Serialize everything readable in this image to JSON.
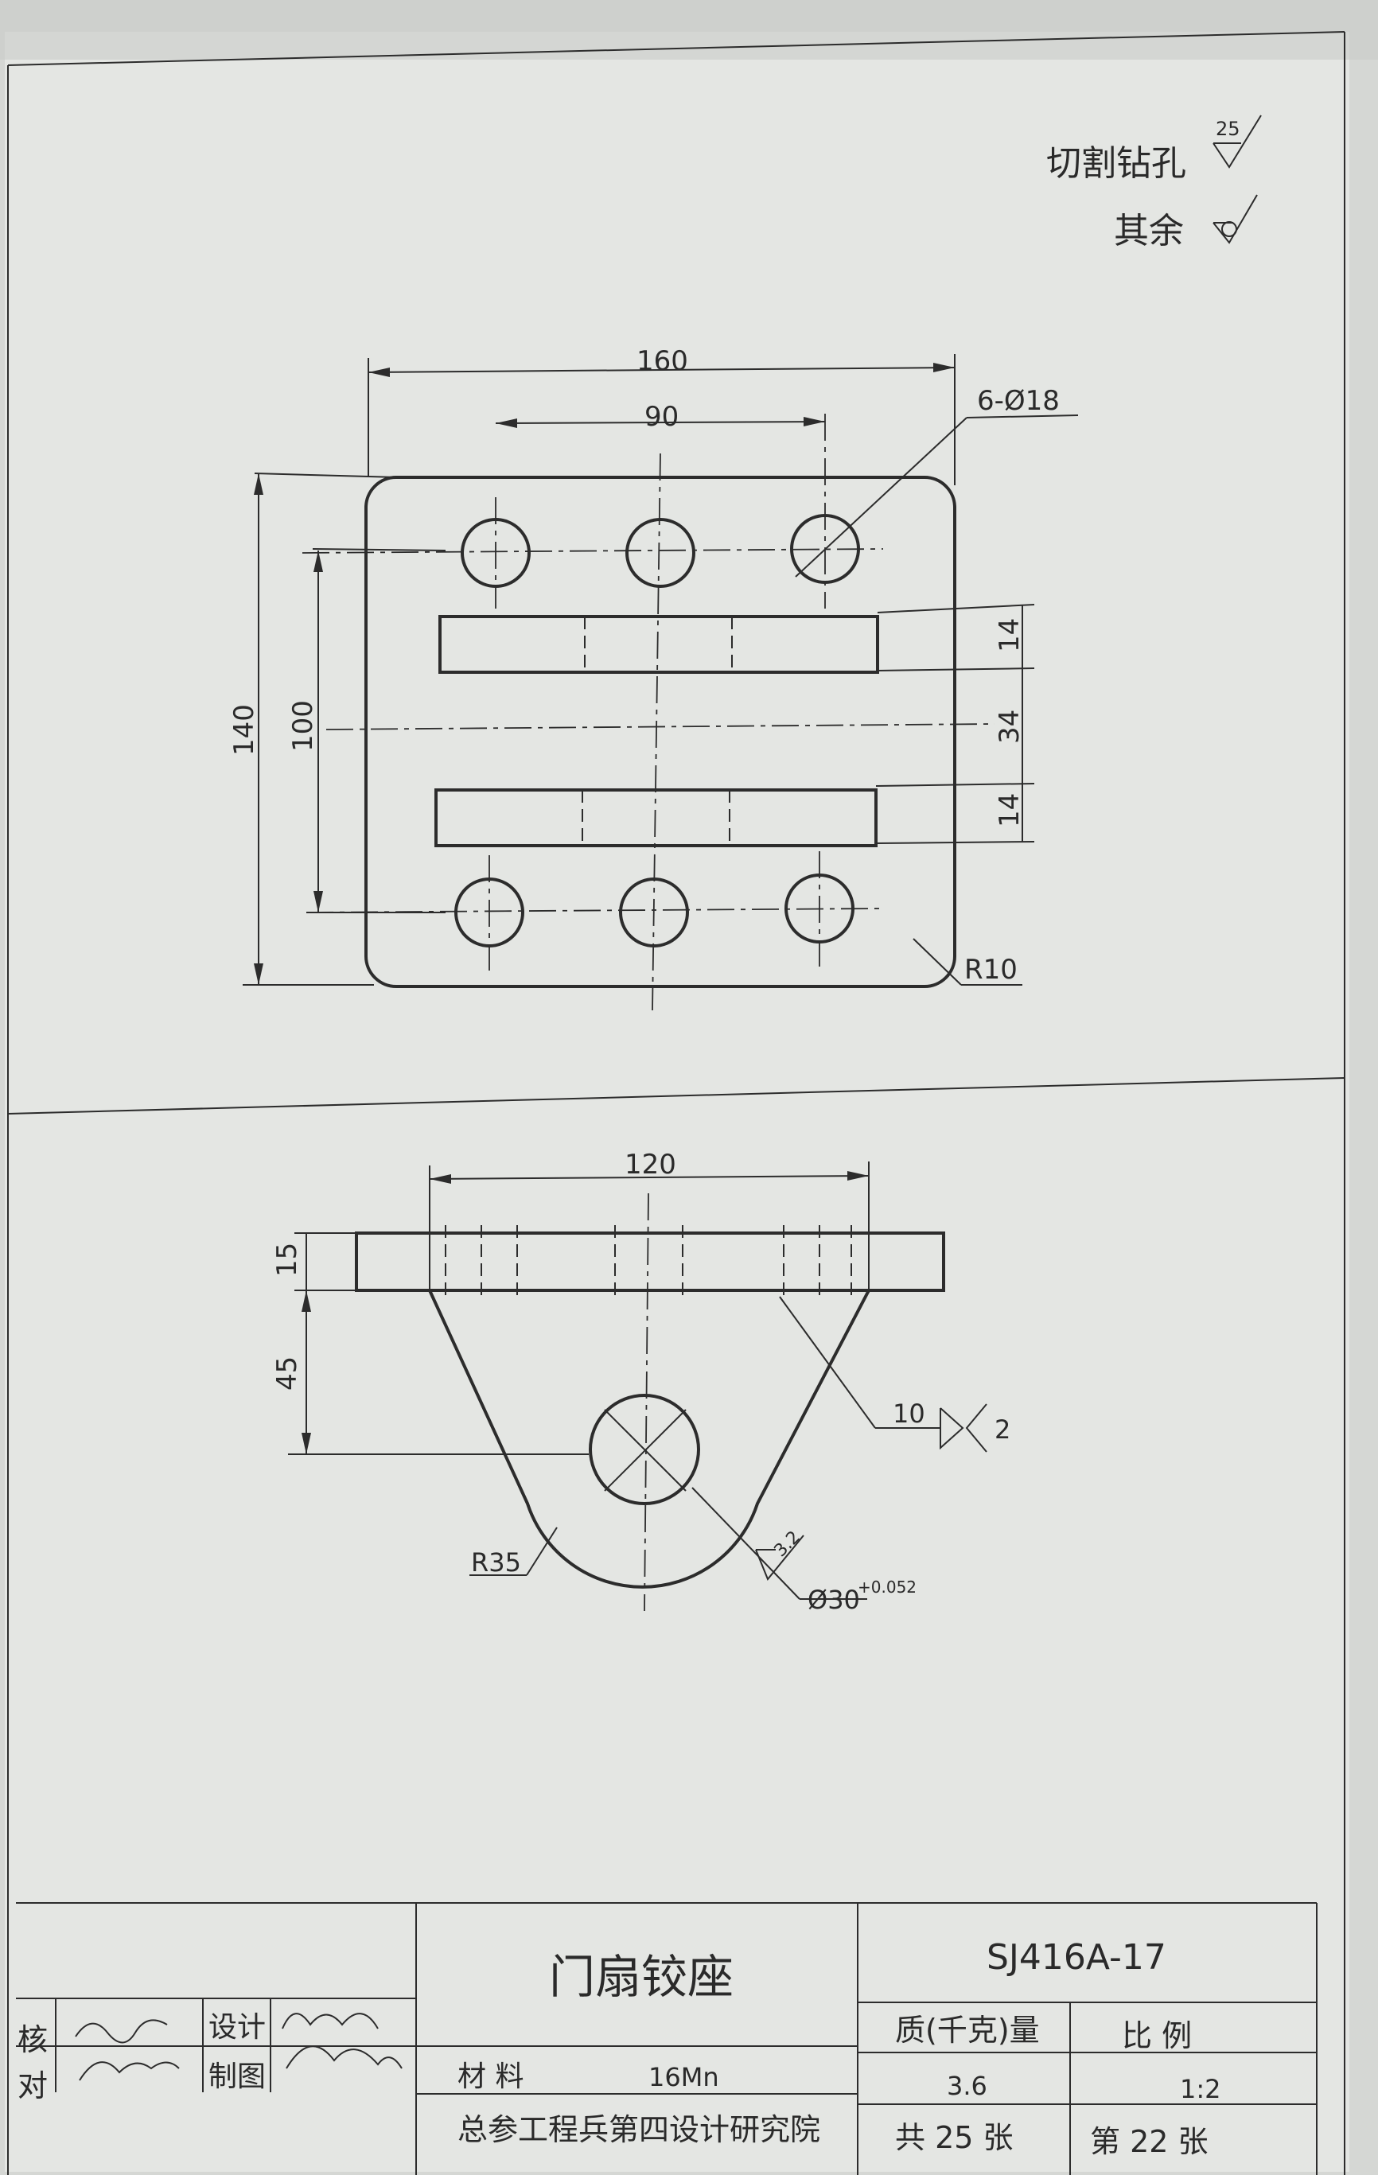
{
  "surface_finish": {
    "cut_drill_label": "切割钻孔",
    "cut_drill_value": "25",
    "other_label": "其余"
  },
  "plan_view": {
    "dim_overall_width": "160",
    "dim_hole_spacing_x": "90",
    "dim_holes": "6-Ø18",
    "dim_overall_height": "140",
    "dim_hole_spacing_y": "100",
    "dim_slot_width_top": "14",
    "dim_slot_gap": "34",
    "dim_slot_width_bottom": "14",
    "dim_corner_radius": "R10"
  },
  "elevation_view": {
    "dim_width": "120",
    "dim_plate_thickness": "15",
    "dim_hole_height": "45",
    "weld_size": "10",
    "weld_count": "2",
    "dim_radius": "R35",
    "surface_finish_bore": "3.2",
    "dim_bore": "Ø30",
    "bore_tolerance": "+0.052"
  },
  "title_block": {
    "part_name": "门扇铰座",
    "drawing_number": "SJ416A-17",
    "check_label_1": "核",
    "check_label_2": "对",
    "design_label": "设计",
    "draft_label": "制图",
    "material_label": "材  料",
    "material_value": "16Mn",
    "mass_label": "质(千克)量",
    "mass_value": "3.6",
    "scale_label": "比       例",
    "scale_value": "1:2",
    "organization": "总参工程兵第四设计研究院",
    "total_sheets": "共  25  张",
    "sheet_number": "第  22  张"
  }
}
